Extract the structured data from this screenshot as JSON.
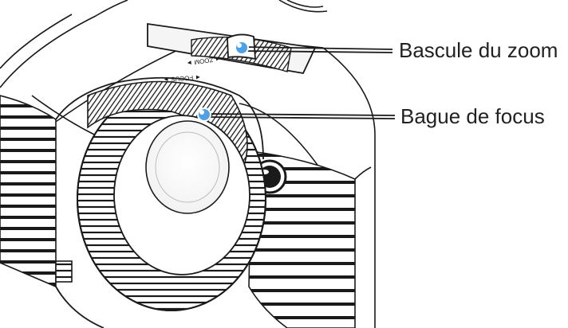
{
  "callouts": {
    "zoom": {
      "label": "Bascule du zoom"
    },
    "focus": {
      "label": "Bague de focus"
    }
  },
  "engravings": {
    "zoom": "◄ ZOOM ►",
    "focus": "◄ FOCUS ►"
  },
  "colors": {
    "outline": "#1a1a1a",
    "callout_marker": "#4ea1e6",
    "callout_marker_dark": "#1f6fbf",
    "text": "#222222"
  }
}
